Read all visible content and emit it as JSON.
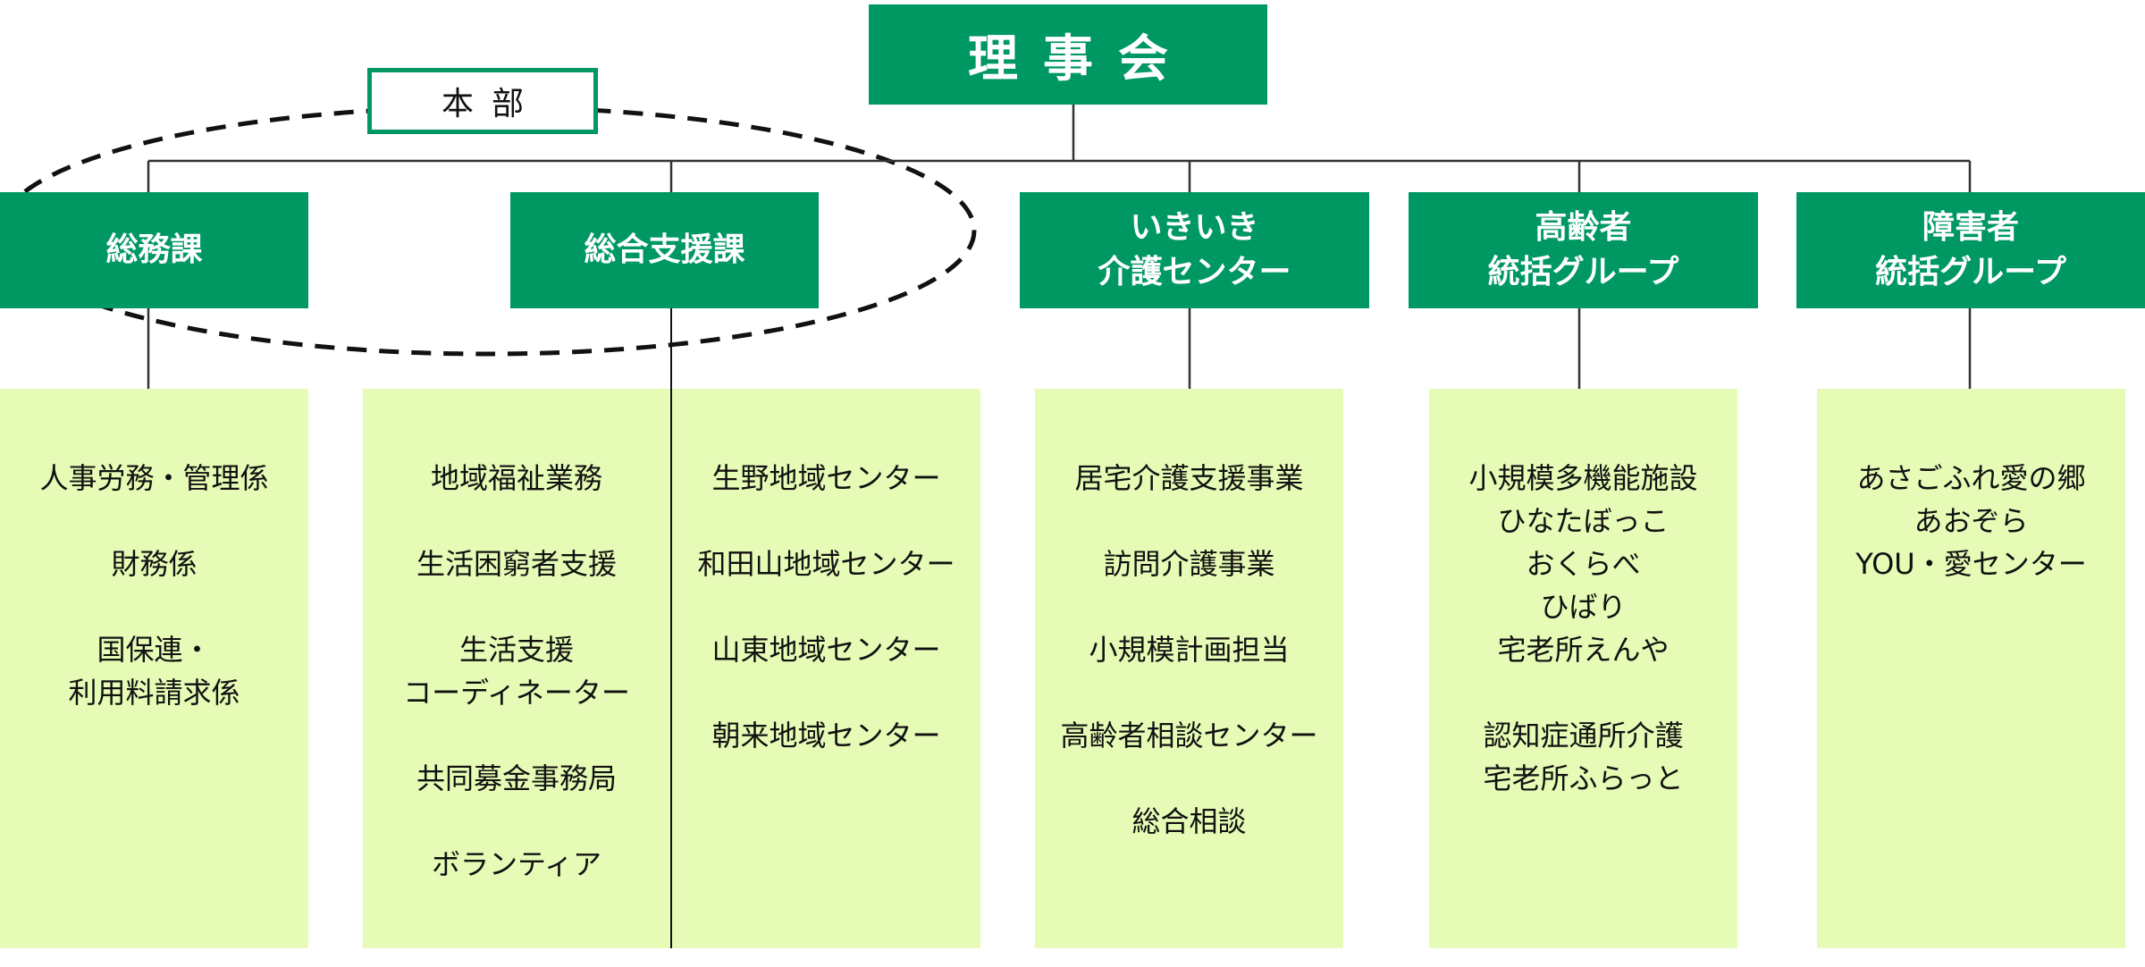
{
  "board": {
    "label": "理事会"
  },
  "headquarters": {
    "label": "本部"
  },
  "departments": {
    "general_affairs": {
      "label": "総務課"
    },
    "comprehensive_support": {
      "label": "総合支援課"
    },
    "ikiiki": {
      "line1": "いきいき",
      "line2": "介護センター"
    },
    "elderly": {
      "line1": "高齢者",
      "line2": "統括グループ"
    },
    "disabled": {
      "line1": "障害者",
      "line2": "統括グループ"
    }
  },
  "columns": {
    "general_affairs": {
      "items": [
        "人事労務・管理係",
        "財務係",
        "国保連・",
        "利用料請求係"
      ]
    },
    "comprehensive_support_left": {
      "items": [
        "地域福祉業務",
        "生活困窮者支援",
        "生活支援",
        "コーディネーター",
        "共同募金事務局",
        "ボランティア"
      ]
    },
    "comprehensive_support_right": {
      "items": [
        "生野地域センター",
        "和田山地域センター",
        "山東地域センター",
        "朝来地域センター"
      ]
    },
    "ikiiki": {
      "items": [
        "居宅介護支援事業",
        "訪問介護事業",
        "小規模計画担当",
        "高齢者相談センター",
        "総合相談"
      ]
    },
    "elderly": {
      "items": [
        "小規模多機能施設",
        "ひなたぼっこ",
        "おくらべ",
        "ひばり",
        "宅老所えんや",
        "認知症通所介護",
        "宅老所ふらっと"
      ]
    },
    "disabled": {
      "items": [
        "あさごふれ愛の郷",
        "あおぞら",
        "YOU・愛センター"
      ]
    }
  },
  "colors": {
    "brand_green": "#009862",
    "panel_green": "#e6fbb5",
    "line": "#111111"
  }
}
